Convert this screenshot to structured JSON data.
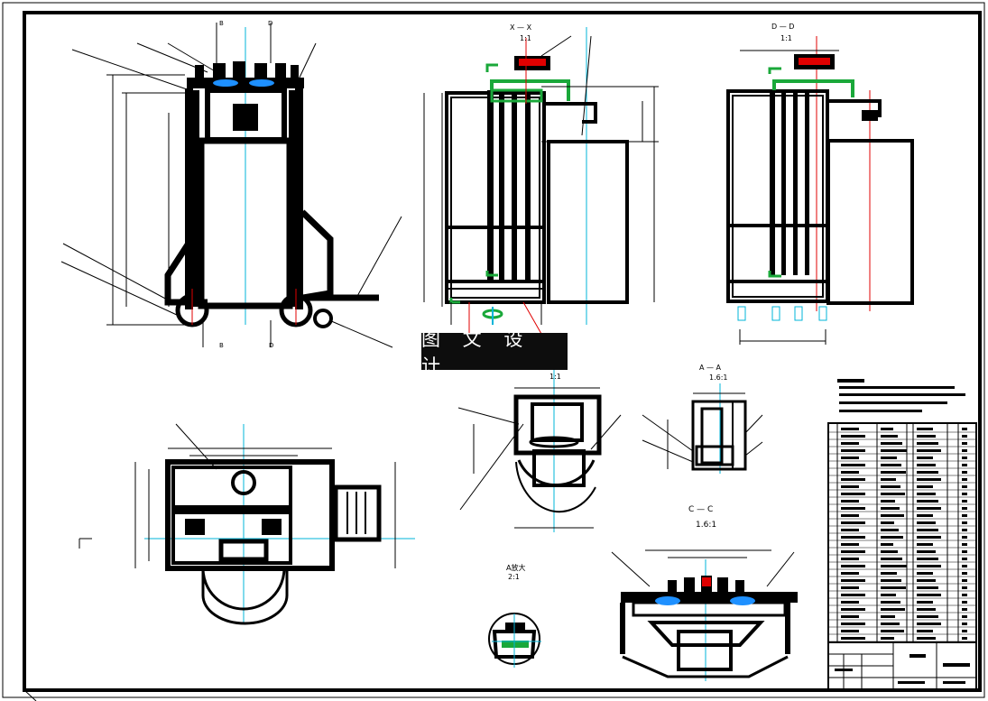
{
  "watermark_text": "图 文 设 计",
  "view_labels": {
    "section_x": "X — X",
    "section_x_scale": "1:1",
    "section_d": "D — D",
    "section_d_scale": "1:1",
    "section_b_scale": "1:1",
    "section_a": "A — A",
    "section_a_scale": "1.6:1",
    "section_c": "C — C",
    "section_c_scale": "1.6:1",
    "detail_a": "A放大",
    "detail_a_scale": "2:1"
  },
  "cut_markers": {
    "top_left_b": "B",
    "top_left_d": "D",
    "bottom_left_b": "B",
    "bottom_left_d": "D"
  },
  "colors": {
    "line": "#000000",
    "center_line": "#00b4d8",
    "hidden_line": "#e00000",
    "highlight": "#1aa83a",
    "border": "#000000",
    "watermark_bg": "#0d0d0d"
  }
}
